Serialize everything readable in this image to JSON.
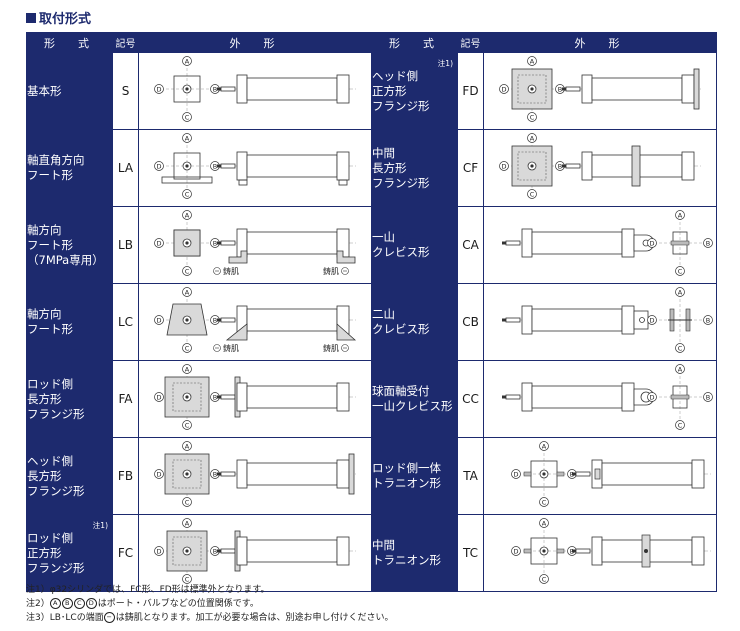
{
  "title": "取付形式",
  "headers": {
    "form": "形　式",
    "code": "記号",
    "outline": "外　形"
  },
  "left": [
    {
      "name": "基本形",
      "code": "S"
    },
    {
      "name": "軸直角方向\nフート形",
      "code": "LA"
    },
    {
      "name": "軸方向\nフート形\n（7MPa専用）",
      "code": "LB"
    },
    {
      "name": "軸方向\nフート形",
      "code": "LC"
    },
    {
      "name": "ロッド側\n長方形\nフランジ形",
      "code": "FA"
    },
    {
      "name": "ヘッド側\n長方形\nフランジ形",
      "code": "FB"
    },
    {
      "name": "ロッド側\n正方形\nフランジ形",
      "code": "FC",
      "note": "注1)"
    }
  ],
  "right": [
    {
      "name": "ヘッド側\n正方形\nフランジ形",
      "code": "FD",
      "note": "注1)"
    },
    {
      "name": "中間\n長方形\nフランジ形",
      "code": "CF"
    },
    {
      "name": "一山\nクレビス形",
      "code": "CA"
    },
    {
      "name": "二山\nクレビス形",
      "code": "CB"
    },
    {
      "name": "球面軸受付\n一山クレビス形",
      "code": "CC"
    },
    {
      "name": "ロッド側一体\nトラニオン形",
      "code": "TA"
    },
    {
      "name": "中間\nトラニオン形",
      "code": "TC"
    }
  ],
  "port_labels": [
    "A",
    "B",
    "C",
    "D"
  ],
  "cast_label": "鋳肌",
  "notes": {
    "n1": "注1）φ32シリンダでは、FC形、FD形は標準外となります。",
    "n2_prefix": "注2）",
    "n2_suffix": "はポート・バルブなどの位置関係です。",
    "n3_prefix": "注3）LB･LCの端面",
    "n3_suffix": "は鋳肌となります。加工が必要な場合は、別途お申し付けください。"
  },
  "colors": {
    "navy": "#1d2a6e",
    "gray": "#d9d9d9"
  }
}
